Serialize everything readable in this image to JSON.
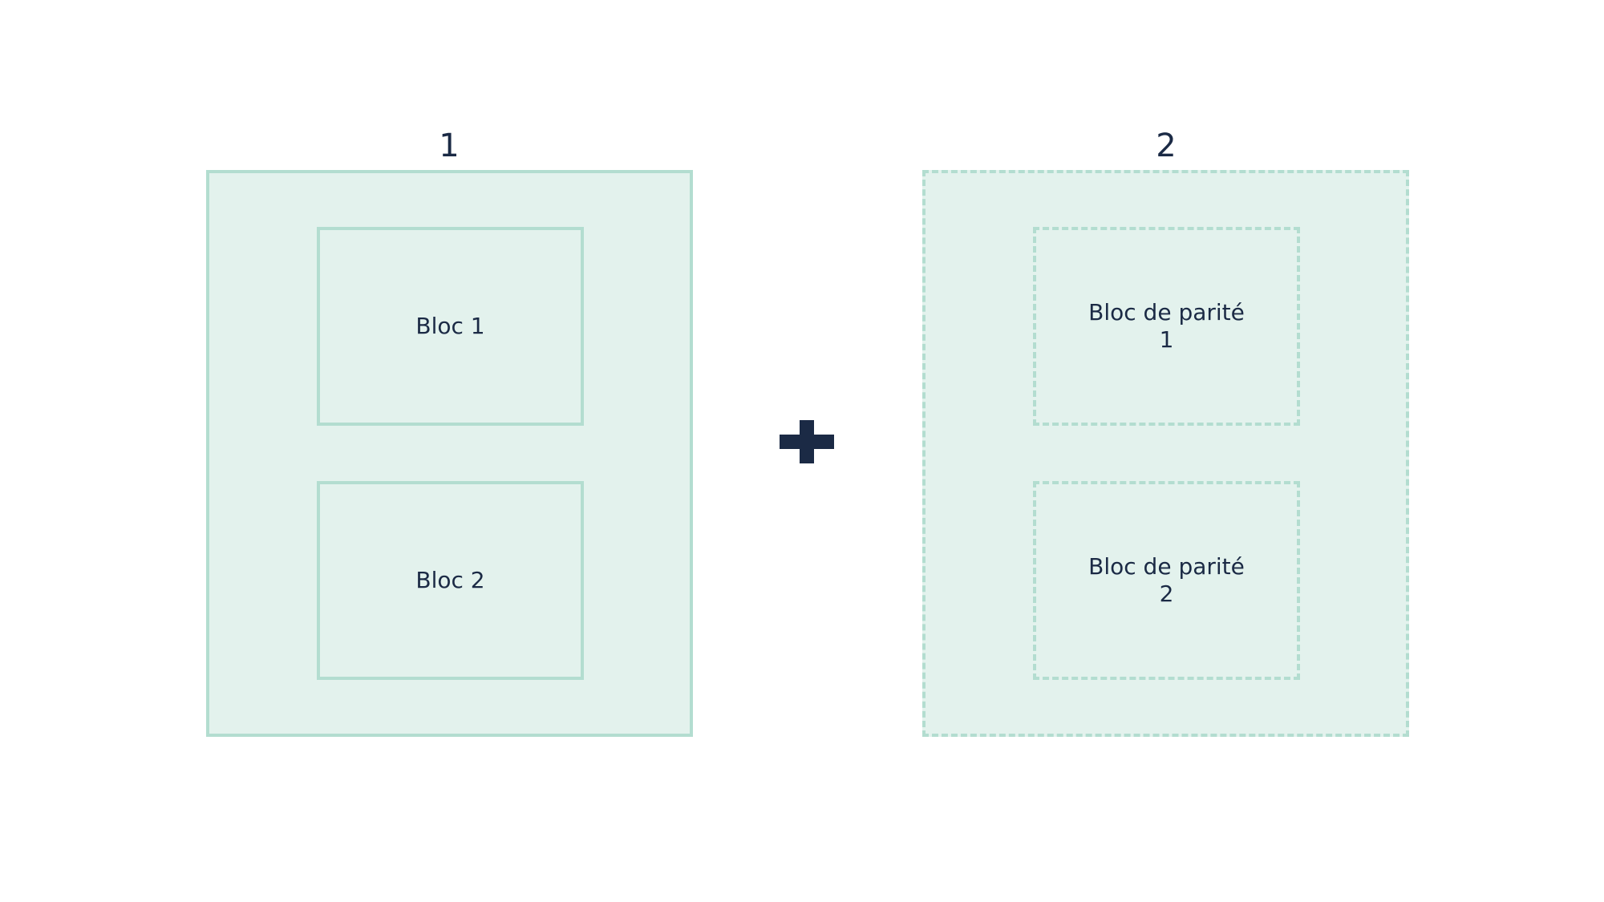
{
  "groups": [
    {
      "label": "1",
      "blocks": [
        {
          "lines": [
            "Bloc 1"
          ]
        },
        {
          "lines": [
            "Bloc 2"
          ]
        }
      ]
    },
    {
      "label": "2",
      "blocks": [
        {
          "lines": [
            "Bloc de parité",
            "1"
          ]
        },
        {
          "lines": [
            "Bloc de parité",
            "2"
          ]
        }
      ]
    }
  ],
  "colors": {
    "fill": "#e3f2ed",
    "border": "#b3ddd0",
    "text": "#1b2a45",
    "plus": "#1b2a45"
  },
  "operator_icon": "plus-icon"
}
